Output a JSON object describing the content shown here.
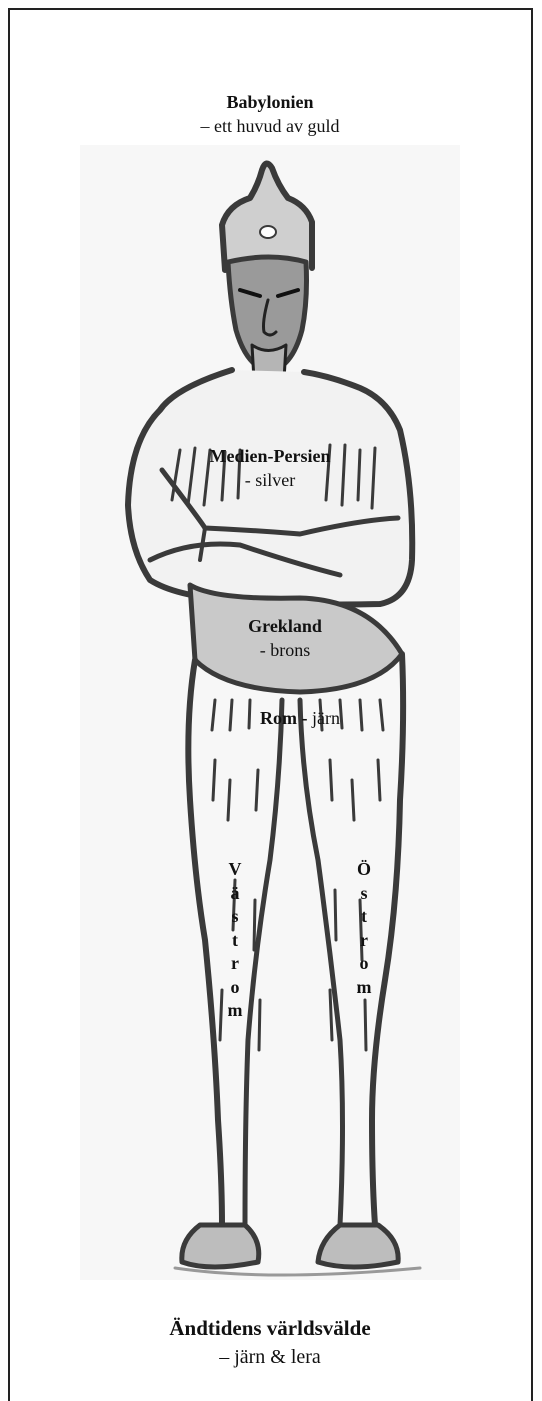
{
  "top": {
    "name": "Babylonien",
    "desc": "– ett huvud av guld"
  },
  "chest": {
    "name": "Medien-Persien",
    "desc": "- silver"
  },
  "belly": {
    "name": "Grekland",
    "desc": "- brons"
  },
  "legs": {
    "name": "Rom -",
    "desc": " järn"
  },
  "west_leg": [
    "V",
    "ä",
    "s",
    "t",
    "r",
    "o",
    "m"
  ],
  "east_leg": [
    "Ö",
    "s",
    "t",
    "r",
    "o",
    "m"
  ],
  "bottom": {
    "name": "Ändtidens världsvälde",
    "desc": "– järn & lera"
  }
}
